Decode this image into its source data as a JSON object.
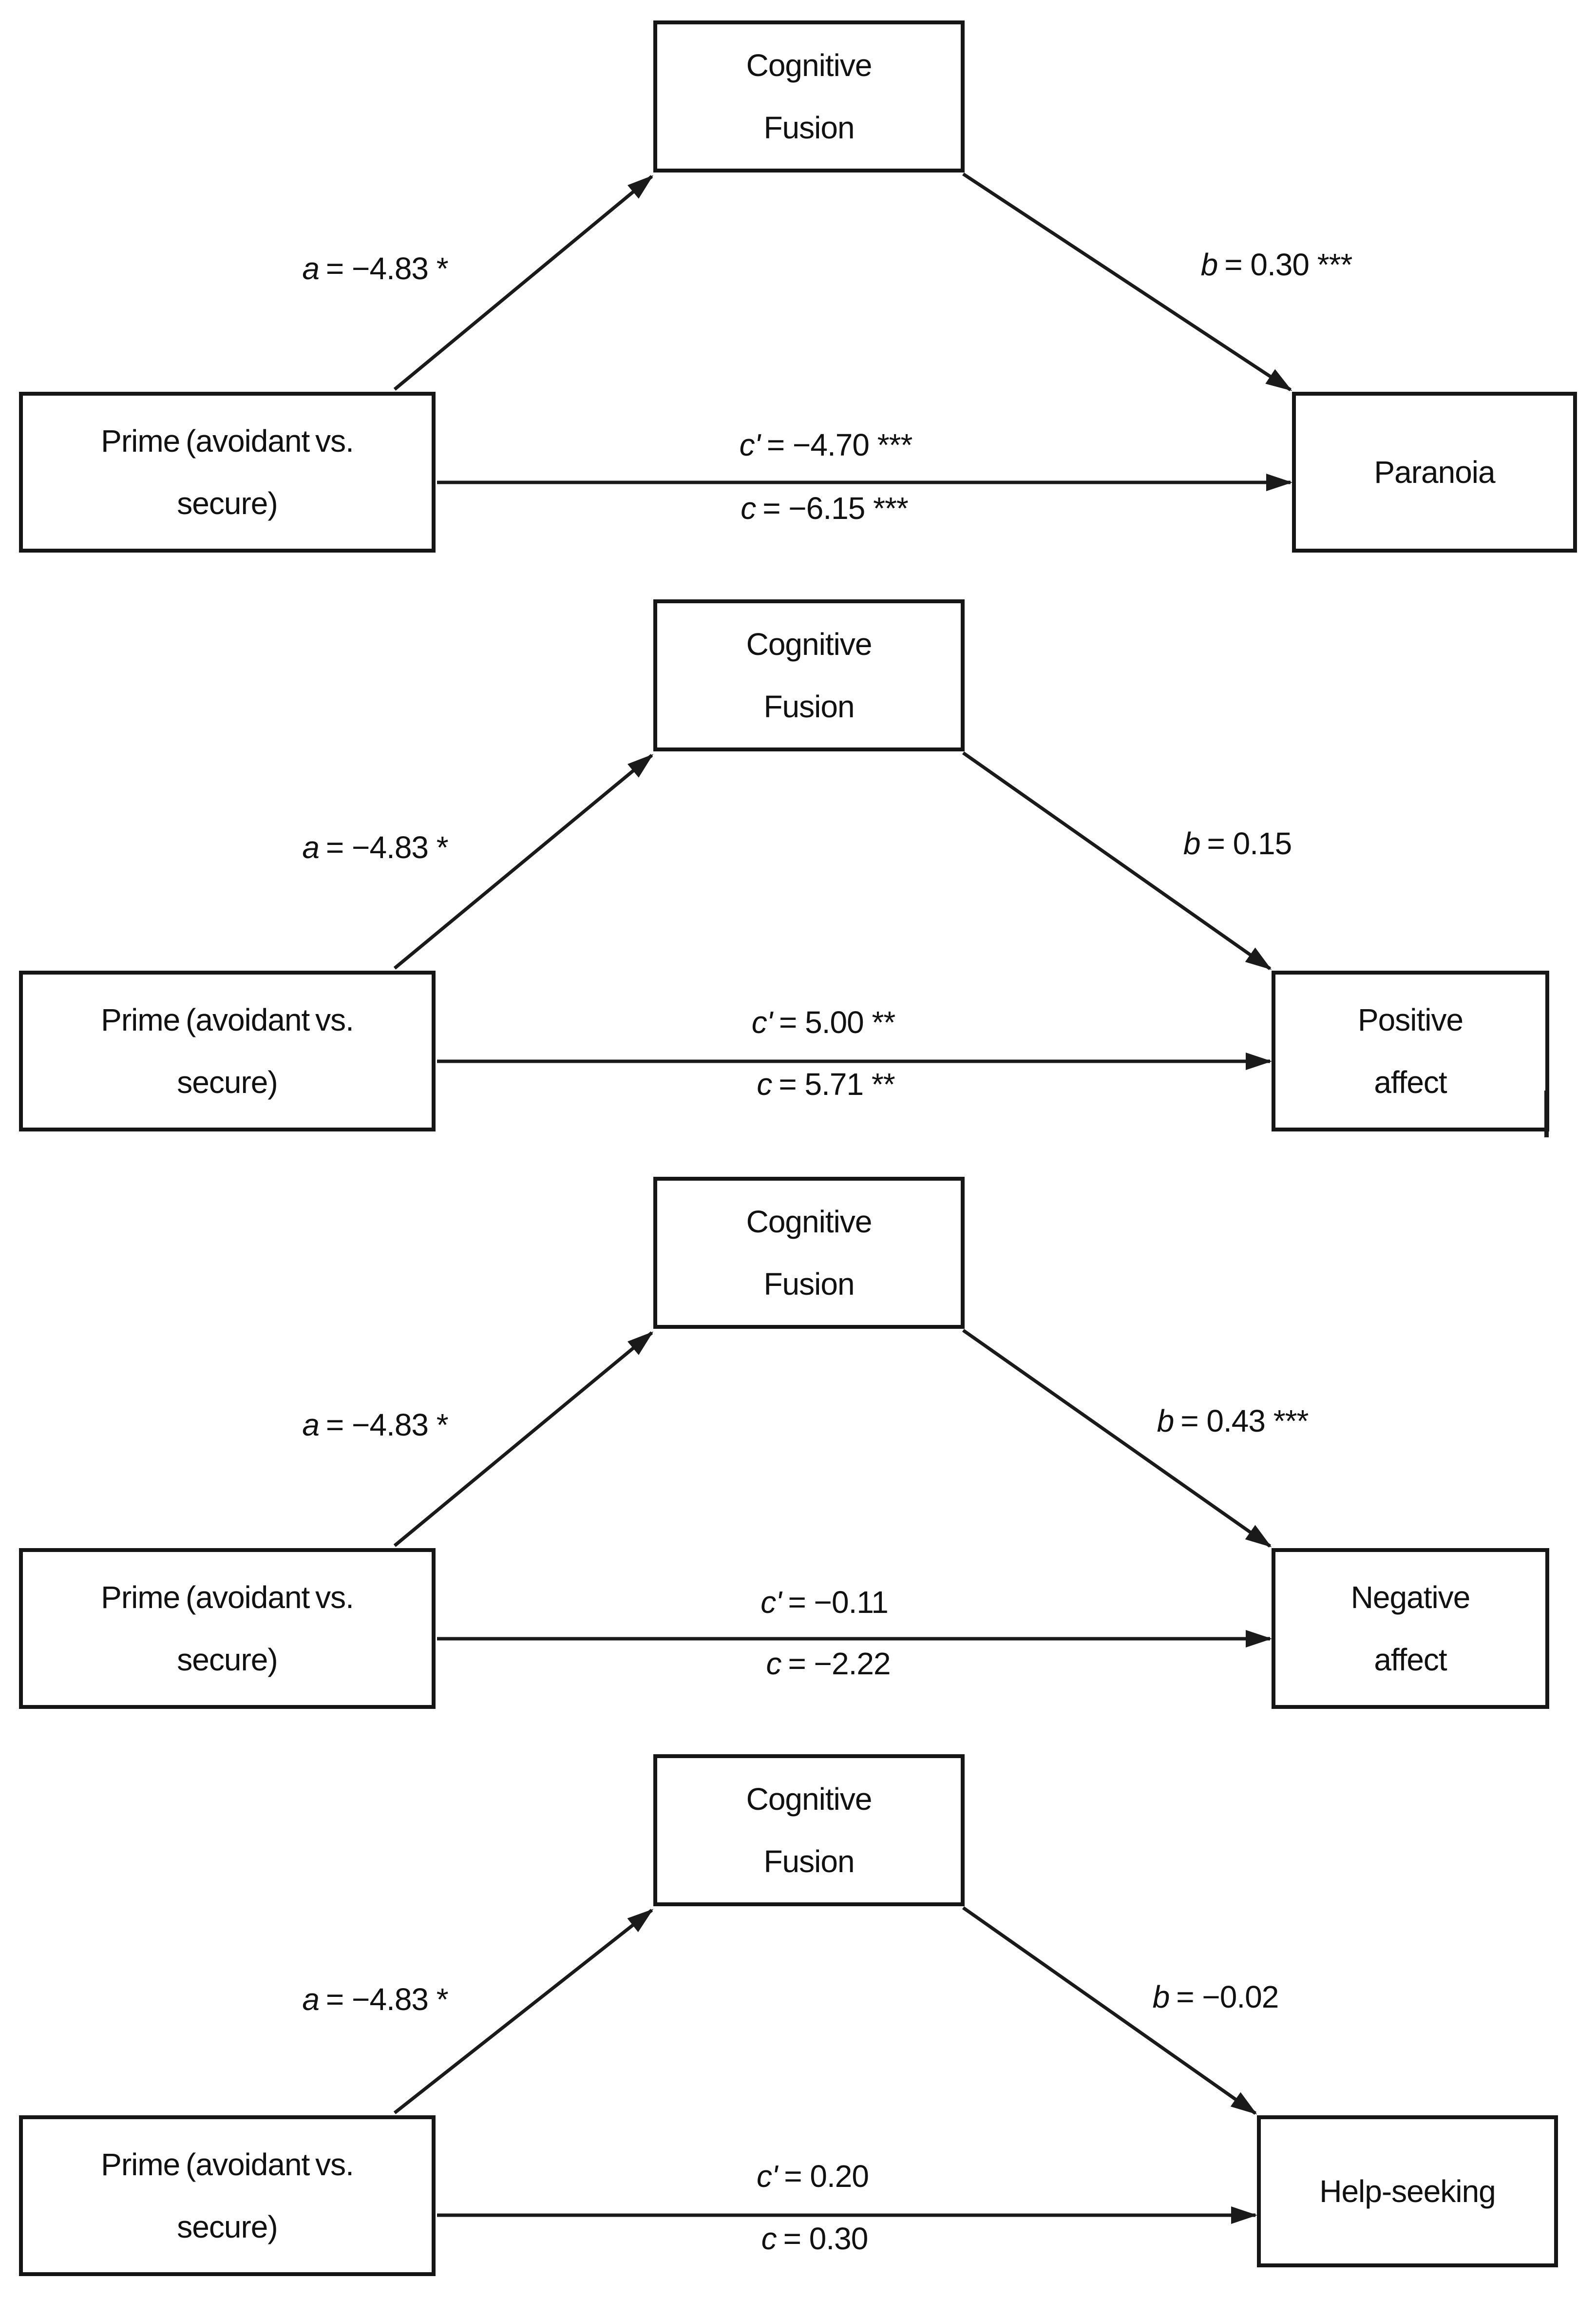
{
  "diagrams": [
    {
      "title": "paranoia-model",
      "mediator": "Cognitive\nFusion",
      "predictor": "Prime (avoidant vs.\nsecure)",
      "outcome": "Paranoia",
      "paths": {
        "a": {
          "var": "a",
          "value": "= −4.83 *"
        },
        "b": {
          "var": "b",
          "value": "= 0.30 ***"
        },
        "c_prime": {
          "var": "c'",
          "value": "= −4.70 ***"
        },
        "c": {
          "var": "c",
          "value": "= −6.15 ***"
        }
      }
    },
    {
      "title": "positive-affect-model",
      "mediator": "Cognitive\nFusion",
      "predictor": "Prime (avoidant vs.\nsecure)",
      "outcome": "Positive\naffect",
      "paths": {
        "a": {
          "var": "a",
          "value": "= −4.83 *"
        },
        "b": {
          "var": "b",
          "value": "= 0.15"
        },
        "c_prime": {
          "var": "c'",
          "value": "= 5.00 **"
        },
        "c": {
          "var": "c",
          "value": "= 5.71 **"
        }
      }
    },
    {
      "title": "negative-affect-model",
      "mediator": "Cognitive\nFusion",
      "predictor": "Prime (avoidant vs.\nsecure)",
      "outcome": "Negative\naffect",
      "paths": {
        "a": {
          "var": "a",
          "value": "= −4.83 *"
        },
        "b": {
          "var": "b",
          "value": "= 0.43 ***"
        },
        "c_prime": {
          "var": "c'",
          "value": "= −0.11"
        },
        "c": {
          "var": "c",
          "value": "= −2.22"
        }
      }
    },
    {
      "title": "help-seeking-model",
      "mediator": "Cognitive\nFusion",
      "predictor": "Prime (avoidant vs.\nsecure)",
      "outcome": "Help-seeking",
      "paths": {
        "a": {
          "var": "a",
          "value": "= −4.83 *"
        },
        "b": {
          "var": "b",
          "value": "= −0.02"
        },
        "c_prime": {
          "var": "c'",
          "value": "= 0.20"
        },
        "c": {
          "var": "c",
          "value": "= 0.30"
        }
      }
    }
  ]
}
